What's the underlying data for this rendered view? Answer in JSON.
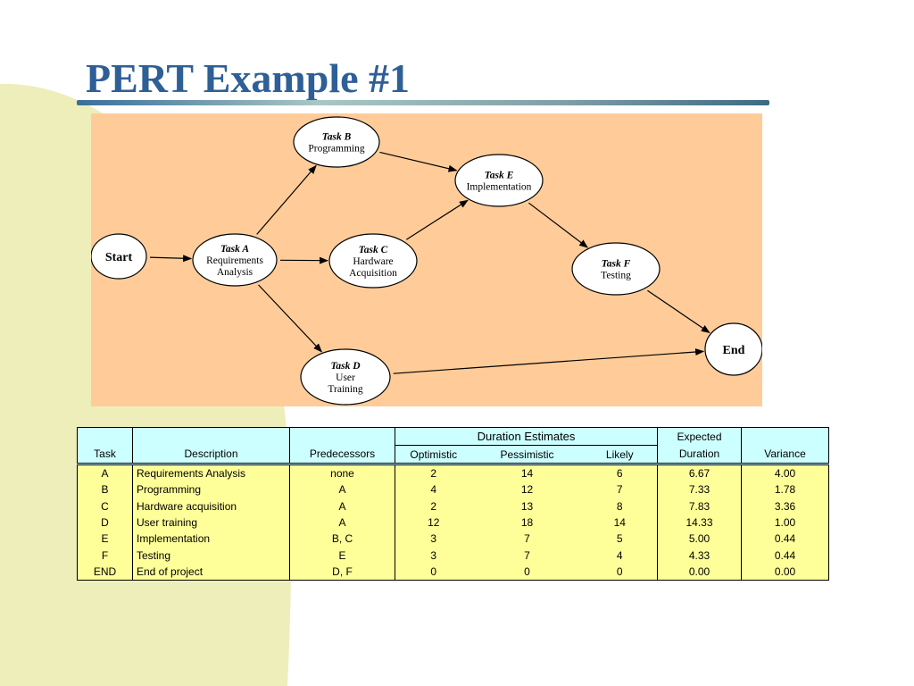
{
  "slide": {
    "title": "PERT Example #1",
    "colors": {
      "title": "#2e5f97",
      "diagram_bg": "#ffcc99",
      "table_header_bg": "#ccffff",
      "table_body_bg": "#ffff99",
      "side_shape": "#eeeebb"
    }
  },
  "diagram": {
    "nodes": {
      "start": {
        "label": "Start"
      },
      "task_a": {
        "name": "Task A",
        "lines": [
          "Requirements",
          "Analysis"
        ]
      },
      "task_b": {
        "name": "Task  B",
        "lines": [
          "Programming"
        ]
      },
      "task_c": {
        "name": "Task  C",
        "lines": [
          "Hardware",
          "Acquisition"
        ]
      },
      "task_d": {
        "name": "Task  D",
        "lines": [
          "User",
          "Training"
        ]
      },
      "task_e": {
        "name": "Task E",
        "lines": [
          "Implementation"
        ]
      },
      "task_f": {
        "name": "Task  F",
        "lines": [
          "Testing"
        ]
      },
      "end": {
        "label": "End"
      }
    },
    "edges": [
      [
        "start",
        "task_a"
      ],
      [
        "task_a",
        "task_b"
      ],
      [
        "task_a",
        "task_c"
      ],
      [
        "task_a",
        "task_d"
      ],
      [
        "task_b",
        "task_e"
      ],
      [
        "task_c",
        "task_e"
      ],
      [
        "task_e",
        "task_f"
      ],
      [
        "task_f",
        "end"
      ],
      [
        "task_d",
        "end"
      ]
    ]
  },
  "table": {
    "group_header": "Duration Estimates",
    "expected_header": "Expected",
    "columns": {
      "task": "Task",
      "description": "Description",
      "predecessors": "Predecessors",
      "optimistic": "Optimistic",
      "pessimistic": "Pessimistic",
      "likely": "Likely",
      "duration": "Duration",
      "variance": "Variance"
    },
    "rows": [
      {
        "task": "A",
        "description": "Requirements Analysis",
        "predecessors": "none",
        "optimistic": "2",
        "pessimistic": "14",
        "likely": "6",
        "duration": "6.67",
        "variance": "4.00"
      },
      {
        "task": "B",
        "description": "Programming",
        "predecessors": "A",
        "optimistic": "4",
        "pessimistic": "12",
        "likely": "7",
        "duration": "7.33",
        "variance": "1.78"
      },
      {
        "task": "C",
        "description": "Hardware acquisition",
        "predecessors": "A",
        "optimistic": "2",
        "pessimistic": "13",
        "likely": "8",
        "duration": "7.83",
        "variance": "3.36"
      },
      {
        "task": "D",
        "description": "User training",
        "predecessors": "A",
        "optimistic": "12",
        "pessimistic": "18",
        "likely": "14",
        "duration": "14.33",
        "variance": "1.00"
      },
      {
        "task": "E",
        "description": "Implementation",
        "predecessors": "B, C",
        "optimistic": "3",
        "pessimistic": "7",
        "likely": "5",
        "duration": "5.00",
        "variance": "0.44"
      },
      {
        "task": "F",
        "description": "Testing",
        "predecessors": "E",
        "optimistic": "3",
        "pessimistic": "7",
        "likely": "4",
        "duration": "4.33",
        "variance": "0.44"
      },
      {
        "task": "END",
        "description": "End of project",
        "predecessors": "D, F",
        "optimistic": "0",
        "pessimistic": "0",
        "likely": "0",
        "duration": "0.00",
        "variance": "0.00"
      }
    ]
  }
}
